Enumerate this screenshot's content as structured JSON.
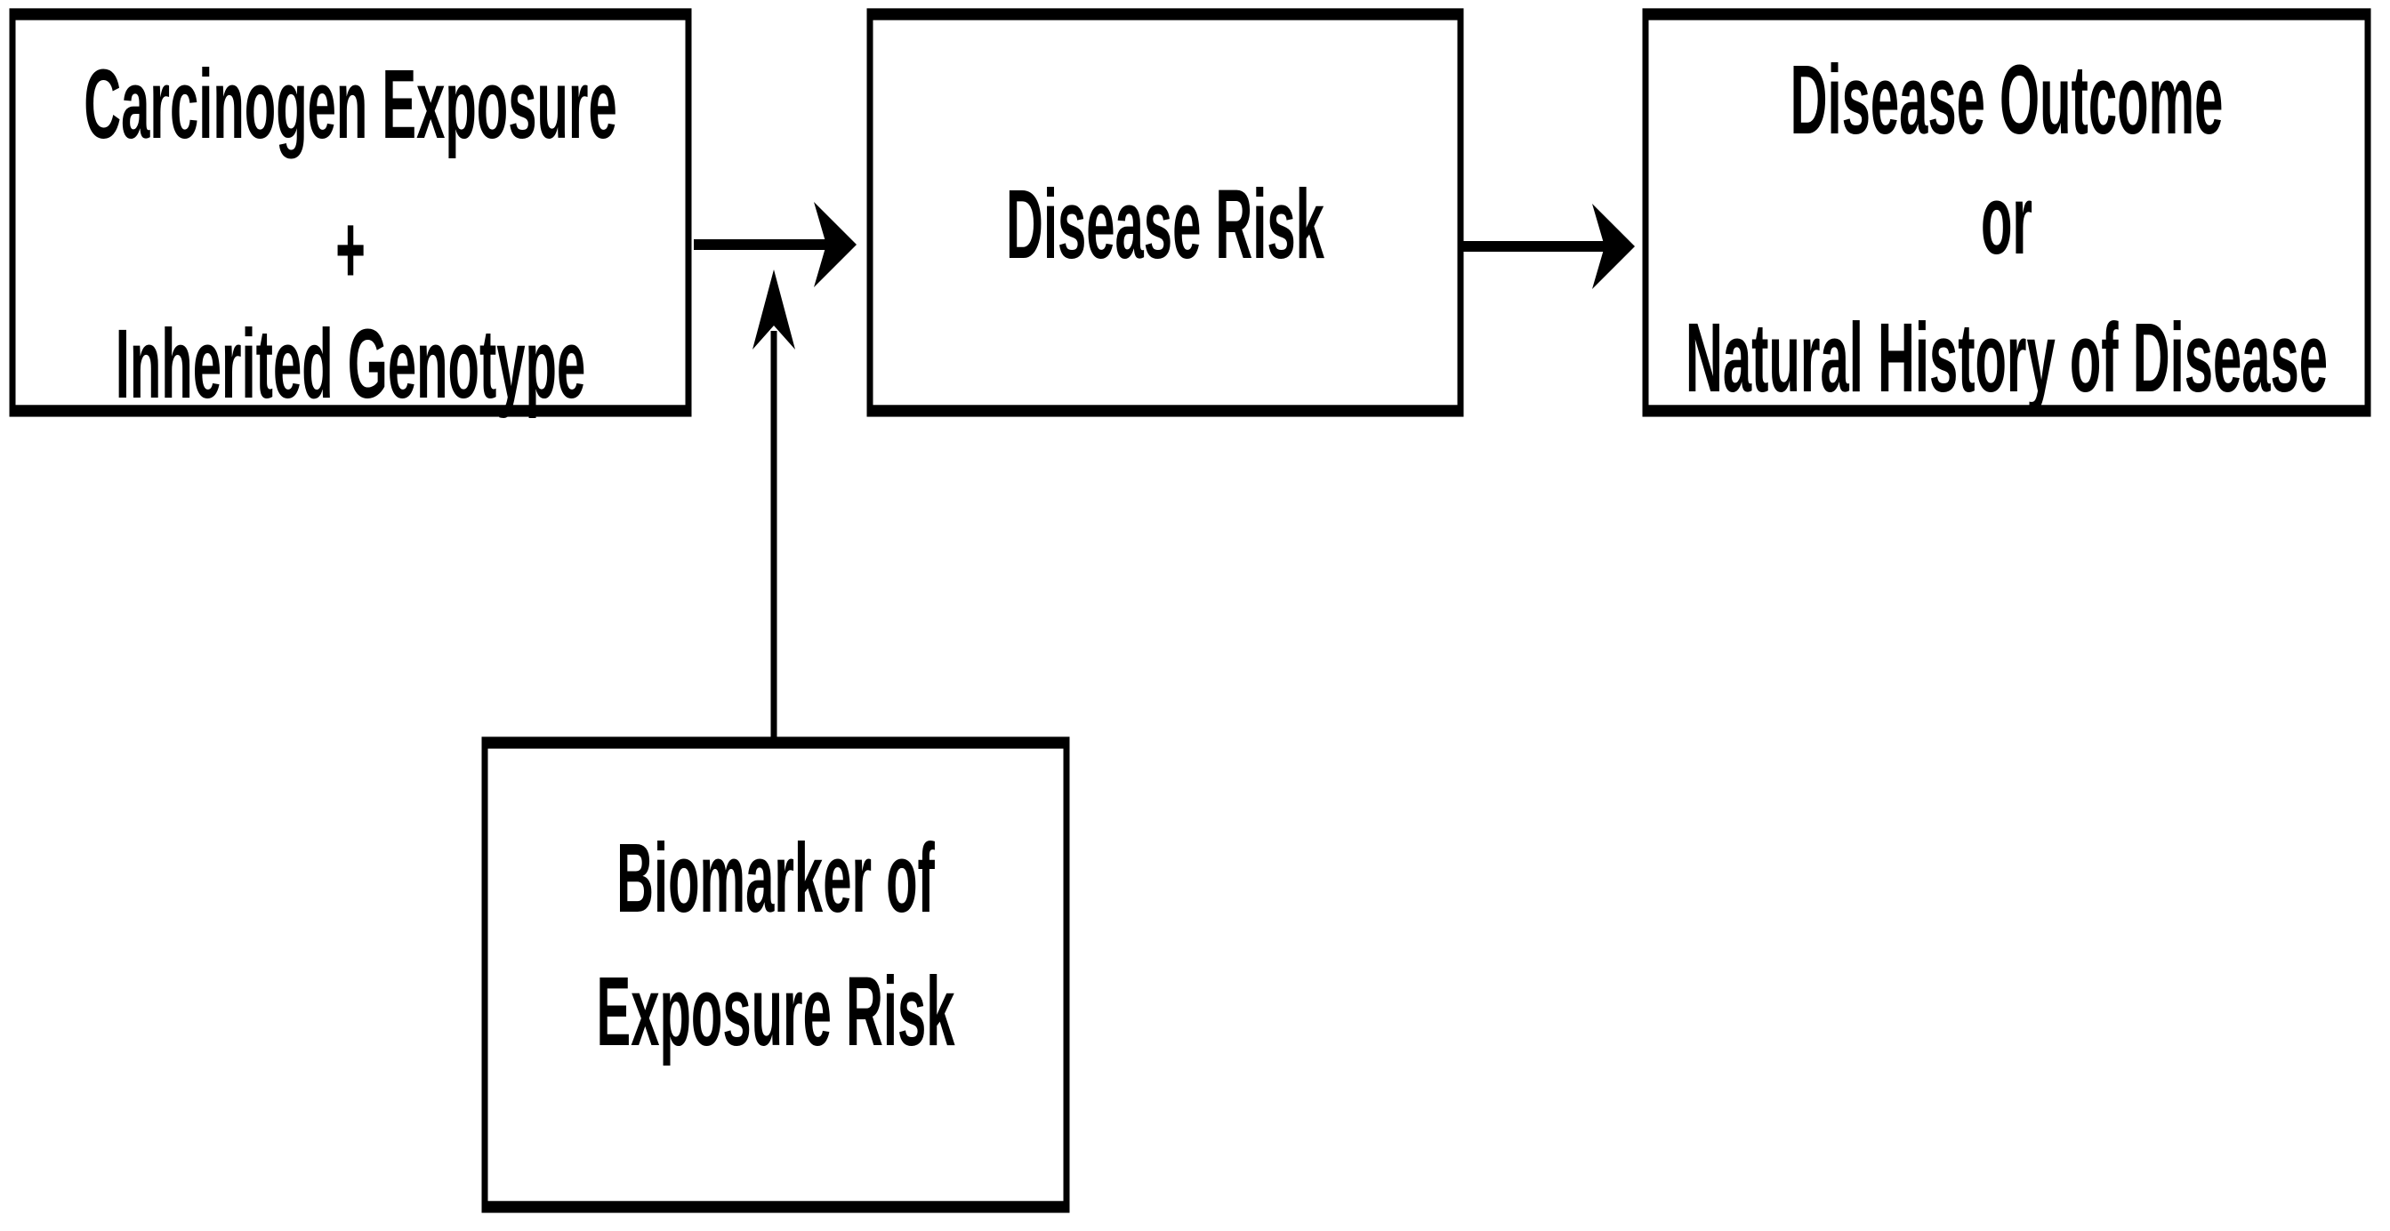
{
  "figure": {
    "type": "flow-diagram",
    "background_color": "#ffffff",
    "line_color": "#000000",
    "nodes": {
      "box1": {
        "id": "carcinogen-exposure-inherited-genotype",
        "lines": [
          "Carcinogen Exposure",
          "+",
          "Inherited Genotype"
        ]
      },
      "box2": {
        "id": "disease-risk",
        "lines": [
          "Disease Risk"
        ]
      },
      "box3": {
        "id": "disease-outcome-natural-history",
        "lines": [
          "Disease Outcome",
          "or",
          "Natural History of Disease"
        ]
      },
      "box4": {
        "id": "biomarker-of-exposure-risk",
        "lines": [
          "Biomarker of",
          "Exposure Risk"
        ]
      }
    },
    "edges": [
      {
        "from": "carcinogen-exposure-inherited-genotype",
        "to": "disease-risk",
        "style": "arrow-right"
      },
      {
        "from": "disease-risk",
        "to": "disease-outcome-natural-history",
        "style": "arrow-right"
      },
      {
        "from": "biomarker-of-exposure-risk",
        "to": "arrow-carcinogen-exposure-to-disease-risk",
        "style": "arrow-up"
      }
    ]
  }
}
